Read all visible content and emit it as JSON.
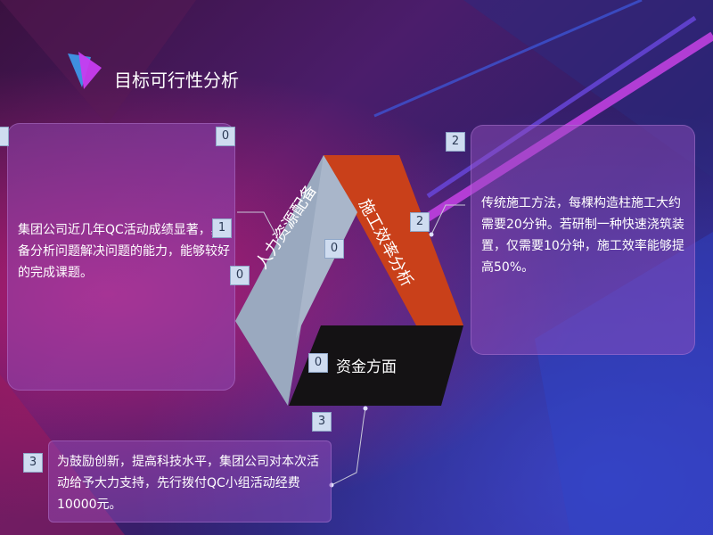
{
  "title": "目标可行性分析",
  "left": {
    "text": "集团公司近几年QC活动成绩显著，具备分析问题解决问题的能力，能够较好的完成课题。"
  },
  "right": {
    "text": "传统施工方法，每棵构造柱施工大约需要20分钟。若研制一种快速浇筑装置，仅需要10分钟，施工效率能够提高50%。"
  },
  "bottom": {
    "text": "为鼓励创新，提高科技水平，集团公司对本次活动给予大力支持，先行拨付QC小组活动经费10000元。"
  },
  "triangle": {
    "left_label": "人力资源配备",
    "right_label": "施工效率分析",
    "bottom_label": "资金方面"
  },
  "badges": {
    "b_top_left": "0",
    "b_one": "1",
    "b_zero_mid": "0",
    "b_tri_top": "0",
    "b_two_top": "2",
    "b_two_mid": "2",
    "b_zero_bottom": "0",
    "b_three_mid": "3",
    "b_three_left": "3"
  },
  "colors": {
    "panel": "#9a55c0",
    "left_face": "#9aa9bf",
    "right_face": "#c9401a",
    "bottom_face": "#141214",
    "badge": "#cfdcf0"
  }
}
